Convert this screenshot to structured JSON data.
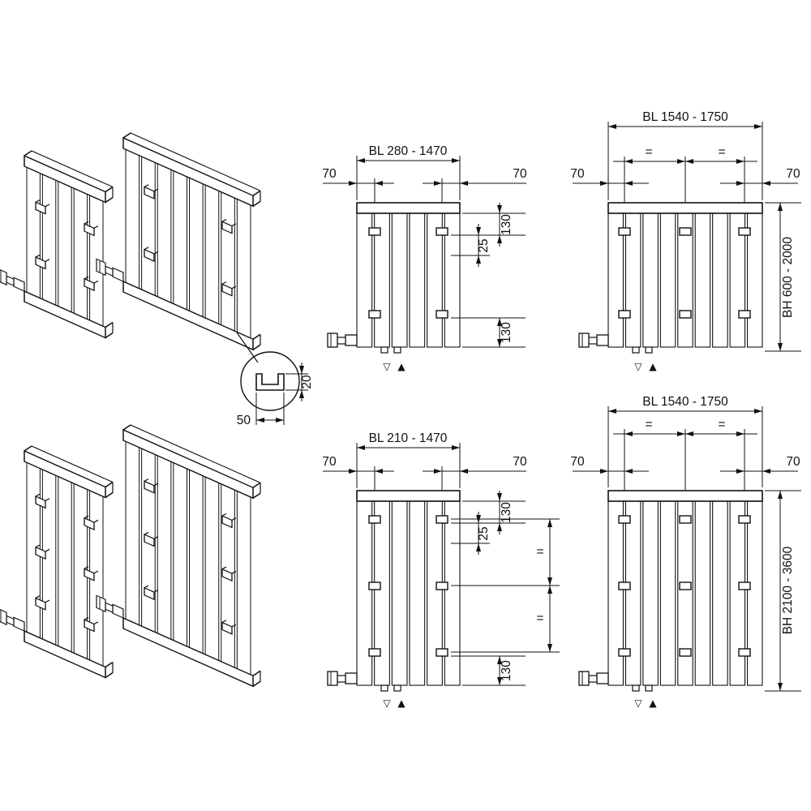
{
  "detail_callout": {
    "width": "50",
    "depth": "20"
  },
  "views": {
    "top_narrow": {
      "bl": "BL 280 - 1470",
      "left_offset": "70",
      "right_offset": "70",
      "top_clip": "130",
      "slot": "25",
      "bottom_clip": "130",
      "vent_open": "▽",
      "vent_filled": "▲"
    },
    "top_wide": {
      "bl": "BL 1540 - 1750",
      "eq_left": "=",
      "eq_right": "=",
      "left_offset": "70",
      "right_offset": "70",
      "bh": "BH 600 - 2000",
      "vent_open": "▽",
      "vent_filled": "▲"
    },
    "bottom_narrow": {
      "bl": "BL 210 - 1470",
      "left_offset": "70",
      "right_offset": "70",
      "top_clip": "130",
      "slot": "25",
      "eq_upper": "=",
      "eq_lower": "=",
      "bottom_clip": "130",
      "vent_open": "▽",
      "vent_filled": "▲"
    },
    "bottom_wide": {
      "bl": "BL 1540 - 1750",
      "eq_left": "=",
      "eq_right": "=",
      "left_offset": "70",
      "right_offset": "70",
      "bh": "BH 2100 - 3600",
      "vent_open": "▽",
      "vent_filled": "▲"
    }
  }
}
